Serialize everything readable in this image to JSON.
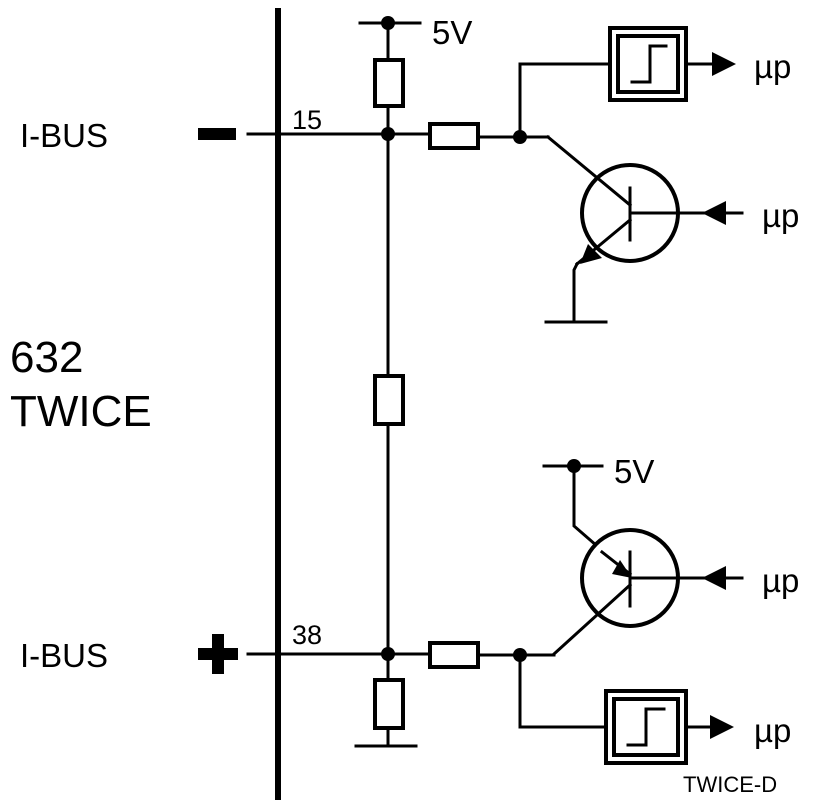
{
  "diagram": {
    "module_label_line1": "632",
    "module_label_line2": "TWICE",
    "bus_top_label": "I-BUS",
    "bus_bottom_label": "I-BUS",
    "pin_top": "15",
    "pin_bottom": "38",
    "supply_top": "5V",
    "supply_bottom": "5V",
    "out_top_comparator": "µp",
    "in_top_transistor": "µp",
    "in_bottom_transistor": "µp",
    "out_bottom_comparator": "µp",
    "figure_tag": "TWICE-D"
  }
}
